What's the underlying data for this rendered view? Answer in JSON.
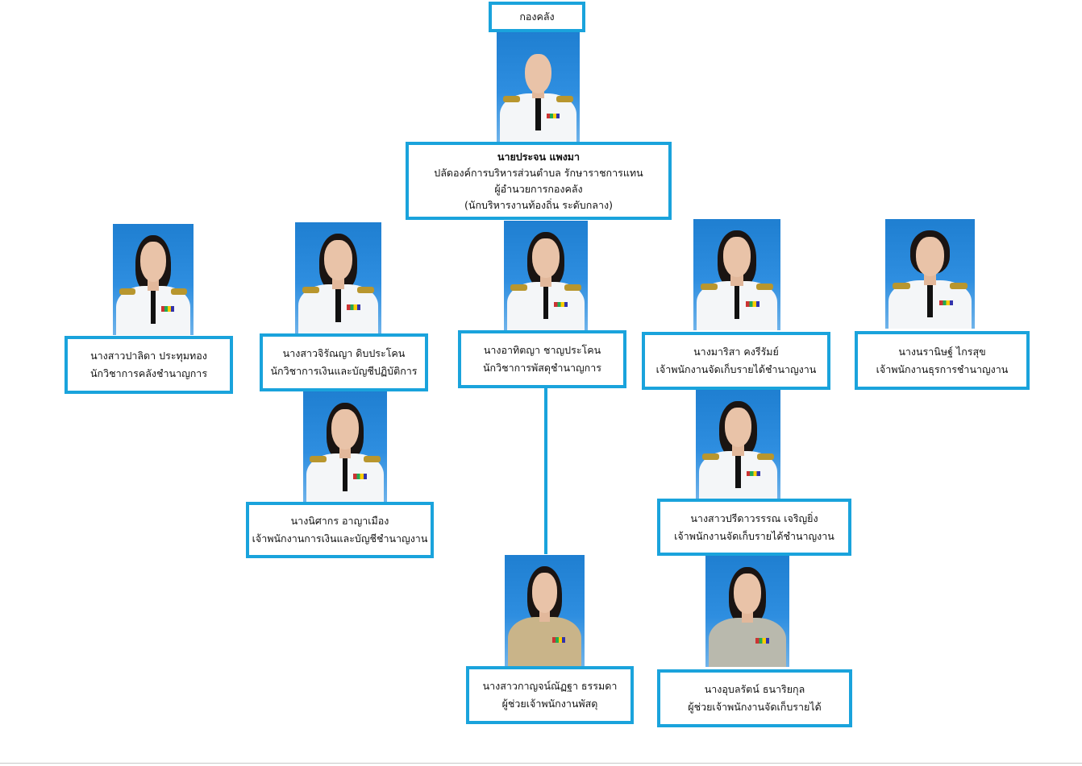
{
  "department": {
    "title": "กองคลัง"
  },
  "head": {
    "name": "นายประจน  แพงมา",
    "position_line1": "ปลัดองค์การบริหารส่วนตำบล รักษาราชการแทน",
    "position_line2": "ผู้อำนวยการกองคลัง",
    "position_line3": "(นักบริหารงานท้องถิ่น ระดับกลาง)"
  },
  "staff": [
    {
      "id": "palida",
      "name": "นางสาวปาลิดา  ประทุมทอง",
      "position": "นักวิชาการคลังชำนาญการ"
    },
    {
      "id": "jirinya",
      "name": "นางสาวจิรัณญา ดิบประโคน",
      "position": "นักวิชาการเงินและบัญชีปฏิบัติการ"
    },
    {
      "id": "athitaya",
      "name": "นางอาทิตญา  ชาญประโคน",
      "position": "นักวิชาการพัสดุชำนาญการ"
    },
    {
      "id": "marisa",
      "name": "นางมาริสา  คงรีรัมย์",
      "position": "เจ้าพนักงานจัดเก็บรายได้ชำนาญงาน"
    },
    {
      "id": "naranit",
      "name": "นางนรานิษฐ์  ไกรสุข",
      "position": "เจ้าพนักงานธุรการชำนาญงาน"
    },
    {
      "id": "nisakorn",
      "name": "นางนิศากร  อาญาเมือง",
      "position": "เจ้าพนักงานการเงินและบัญชีชำนาญงาน"
    },
    {
      "id": "preedawan",
      "name": "นางสาวปรีดาวรรรณ  เจริญยิ่ง",
      "position": "เจ้าพนักงานจัดเก็บรายได้ชำนาญงาน"
    },
    {
      "id": "kanjanat",
      "name": "นางสาวกาญจน์ณัฏฐา  ธรรมดา",
      "position": "ผู้ช่วยเจ้าพนักงานพัสดุ"
    },
    {
      "id": "ubonrat",
      "name": "นางอุบลรัตน์  ธนาริยกุล",
      "position": "ผู้ช่วยเจ้าพนักงานจัดเก็บรายได้"
    }
  ],
  "colors": {
    "border": "#1aa3dc",
    "photo_bg": "#2e8ee0"
  }
}
